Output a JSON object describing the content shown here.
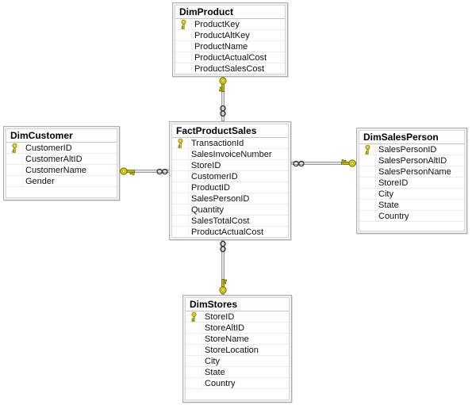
{
  "diagram_type": "database-relationship-diagram",
  "tables": [
    {
      "title": "DimProduct",
      "columns": [
        {
          "name": "ProductKey",
          "primary_key": true
        },
        {
          "name": "ProductAltKey",
          "primary_key": false
        },
        {
          "name": "ProductName",
          "primary_key": false
        },
        {
          "name": "ProductActualCost",
          "primary_key": false
        },
        {
          "name": "ProductSalesCost",
          "primary_key": false
        }
      ]
    },
    {
      "title": "FactProductSales",
      "columns": [
        {
          "name": "TransactionId",
          "primary_key": true
        },
        {
          "name": "SalesInvoiceNumber",
          "primary_key": false
        },
        {
          "name": "StoreID",
          "primary_key": false
        },
        {
          "name": "CustomerID",
          "primary_key": false
        },
        {
          "name": "ProductID",
          "primary_key": false
        },
        {
          "name": "SalesPersonID",
          "primary_key": false
        },
        {
          "name": "Quantity",
          "primary_key": false
        },
        {
          "name": "SalesTotalCost",
          "primary_key": false
        },
        {
          "name": "ProductActualCost",
          "primary_key": false
        }
      ]
    },
    {
      "title": "DimCustomer",
      "columns": [
        {
          "name": "CustomerID",
          "primary_key": true
        },
        {
          "name": "CustomerAltID",
          "primary_key": false
        },
        {
          "name": "CustomerName",
          "primary_key": false
        },
        {
          "name": "Gender",
          "primary_key": false
        }
      ]
    },
    {
      "title": "DimSalesPerson",
      "columns": [
        {
          "name": "SalesPersonID",
          "primary_key": true
        },
        {
          "name": "SalesPersonAltID",
          "primary_key": false
        },
        {
          "name": "SalesPersonName",
          "primary_key": false
        },
        {
          "name": "StoreID",
          "primary_key": false
        },
        {
          "name": "City",
          "primary_key": false
        },
        {
          "name": "State",
          "primary_key": false
        },
        {
          "name": "Country",
          "primary_key": false
        }
      ]
    },
    {
      "title": "DimStores",
      "columns": [
        {
          "name": "StoreID",
          "primary_key": true
        },
        {
          "name": "StoreAltID",
          "primary_key": false
        },
        {
          "name": "StoreName",
          "primary_key": false
        },
        {
          "name": "StoreLocation",
          "primary_key": false
        },
        {
          "name": "City",
          "primary_key": false
        },
        {
          "name": "State",
          "primary_key": false
        },
        {
          "name": "Country",
          "primary_key": false
        }
      ]
    }
  ],
  "relationships": [
    {
      "one_side": "DimProduct",
      "many_side": "FactProductSales",
      "one_glyph": "key",
      "many_glyph": "infinity",
      "orientation": "vertical"
    },
    {
      "one_side": "DimCustomer",
      "many_side": "FactProductSales",
      "one_glyph": "key",
      "many_glyph": "infinity",
      "orientation": "horizontal"
    },
    {
      "one_side": "DimSalesPerson",
      "many_side": "FactProductSales",
      "one_glyph": "key",
      "many_glyph": "infinity",
      "orientation": "horizontal"
    },
    {
      "one_side": "DimStores",
      "many_side": "FactProductSales",
      "one_glyph": "key",
      "many_glyph": "infinity",
      "orientation": "vertical"
    }
  ],
  "colors": {
    "key_fill": "#ead900",
    "key_stroke": "#6e6600",
    "infinity_stroke": "#3c3c3c",
    "connector_fill": "#e4e4e4",
    "connector_stroke": "#9c9c9c",
    "table_border": "#adadad",
    "table_frame": "#f0f0f0",
    "row_divider": "#ececec",
    "background": "#ffffff"
  }
}
